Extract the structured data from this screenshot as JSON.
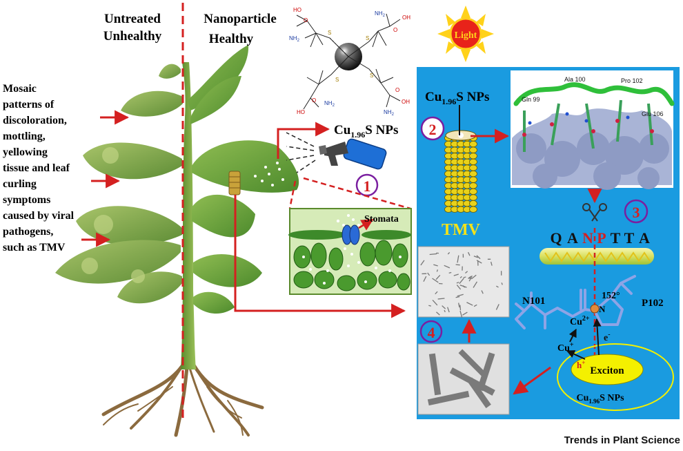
{
  "labels": {
    "untreated_line1": "Untreated",
    "untreated_line2": "Unhealthy",
    "treated_line1": "Nanoparticle",
    "treated_line2": "Healthy",
    "symptoms": [
      "Mosaic",
      "patterns of",
      "discoloration,",
      "mottling,",
      "yellowing",
      "tissue and leaf",
      "curling",
      "symptoms",
      "caused by viral",
      "pathogens,",
      "such as TMV"
    ],
    "light": "Light",
    "np_main": "Cu",
    "np_sub": "1.96",
    "np_suffix": "S NPs",
    "stomata": "Stomata",
    "tmv": "TMV",
    "step1": "1",
    "step2": "2",
    "step3": "3",
    "step4": "4",
    "sequence": [
      "Q",
      "A",
      "N",
      "P",
      "T",
      "T",
      "A"
    ],
    "n101": "N101",
    "p102": "P102",
    "angle": "152°",
    "n_atom": "N",
    "cu2": "Cu",
    "cu2_sup": "2+",
    "cu1": "Cu",
    "cu1_sup": "+",
    "electron": "e",
    "electron_sup": "-",
    "hole": "h",
    "hole_sup": "+",
    "exciton": "Exciton",
    "residues": [
      "Gln 99",
      "Ala 100",
      "Pro 102",
      "Glu 106"
    ],
    "journal": "Trends in Plant Science"
  },
  "chem": {
    "ho": "HO",
    "oh": "OH",
    "o": "O",
    "s": "S",
    "nh2": "NH",
    "nh2_sub": "2"
  },
  "colors": {
    "panel_blue": "#1a9be0",
    "arrow_red": "#d42020",
    "step_purple": "#7a1fa0",
    "tmv_yellow": "#f3e21a",
    "exciton_yellow": "#f4f000",
    "leaf_green": "#5f9a3a"
  }
}
